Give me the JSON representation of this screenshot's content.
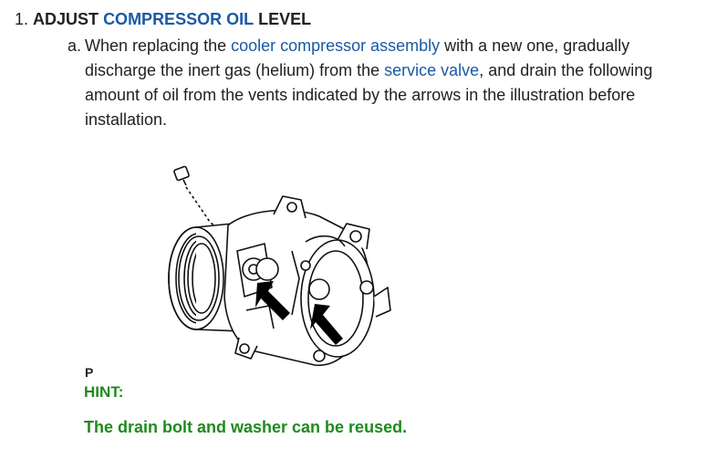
{
  "step": {
    "number": "1.",
    "prefix": "ADJUST",
    "link": "COMPRESSOR OIL",
    "suffix": "LEVEL"
  },
  "substep": {
    "letter": "a.",
    "text_1": "When replacing the ",
    "link_1": "cooler compressor assembly",
    "text_2": " with a new one, gradually discharge the inert gas (helium) from the ",
    "link_2": "service valve",
    "text_3": ", and drain the following amount of oil from the vents indicated by the arrows in the illustration before installation."
  },
  "illustration_label": "P",
  "hint": {
    "title": "HINT:",
    "text": "The drain bolt and washer can be reused."
  }
}
